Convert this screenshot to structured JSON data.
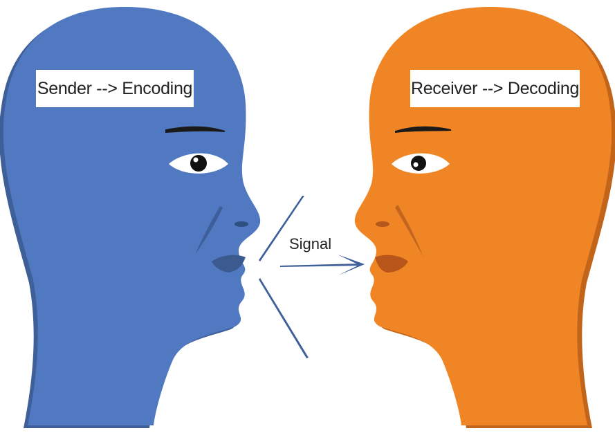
{
  "sender": {
    "label": "Sender --> Encoding",
    "head_color": "#5179c1",
    "shadow_color": "#3f5f99"
  },
  "receiver": {
    "label": "Receiver --> Decoding",
    "head_color": "#f08526",
    "shadow_color": "#c2641a"
  },
  "signal": {
    "label": "Signal",
    "line_color": "#3f5f9a"
  }
}
